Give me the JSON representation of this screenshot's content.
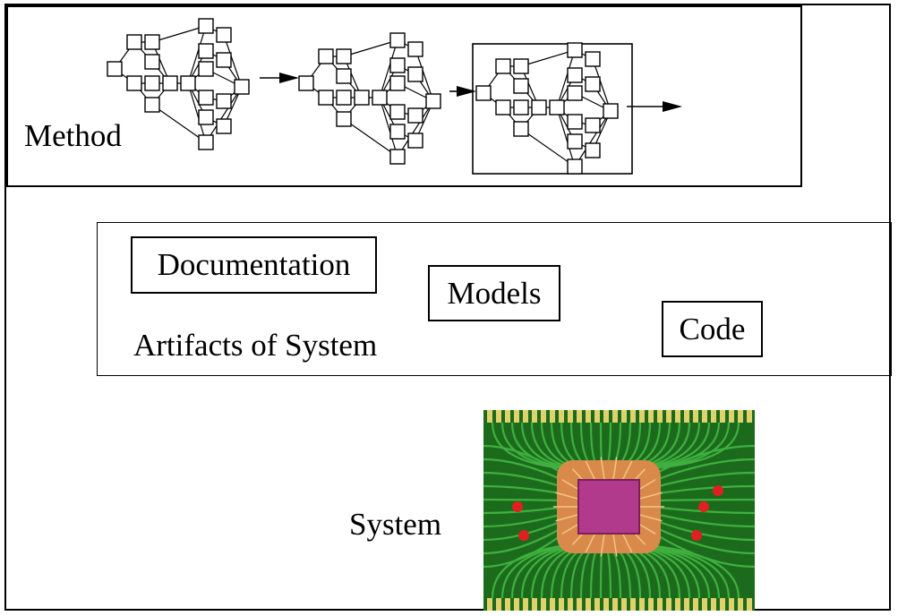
{
  "method": {
    "label": "Method"
  },
  "artifacts": {
    "label": "Artifacts of System",
    "items": [
      "Documentation",
      "Models",
      "Code"
    ]
  },
  "system": {
    "label": "System"
  },
  "colors": {
    "line": "#000000",
    "board": "#1c6b1c",
    "trace": "#3fb03f",
    "pad": "#e0d26a",
    "die": "#b23a8c",
    "copper": "#d98a4a"
  },
  "icons": [
    "process-network-icon",
    "arrow-right-icon",
    "circuit-chip-icon"
  ]
}
